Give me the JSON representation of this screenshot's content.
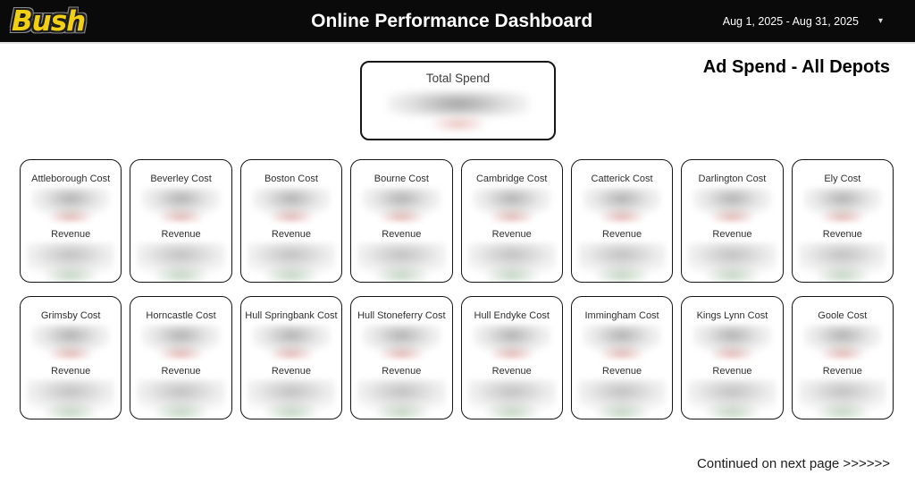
{
  "header": {
    "logo_text": "Bush",
    "title": "Online Performance Dashboard",
    "date_range": "Aug 1, 2025 - Aug 31, 2025",
    "caret_icon": "▾"
  },
  "summary": {
    "total_spend_label": "Total Spend",
    "section_title": "Ad Spend - All Depots"
  },
  "cards": {
    "revenue_label": "Revenue",
    "items": [
      {
        "label": "Attleborough Cost"
      },
      {
        "label": "Beverley Cost"
      },
      {
        "label": "Boston Cost"
      },
      {
        "label": "Bourne Cost"
      },
      {
        "label": "Cambridge Cost"
      },
      {
        "label": "Catterick Cost"
      },
      {
        "label": "Darlington Cost"
      },
      {
        "label": "Ely Cost"
      },
      {
        "label": "Grimsby Cost"
      },
      {
        "label": "Horncastle Cost"
      },
      {
        "label": "Hull Springbank Cost"
      },
      {
        "label": "Hull Stoneferry Cost"
      },
      {
        "label": "Hull Endyke Cost"
      },
      {
        "label": "Immingham Cost"
      },
      {
        "label": "Kings Lynn Cost"
      },
      {
        "label": "Goole Cost"
      }
    ]
  },
  "footer": {
    "continued_text": "Continued on next page >>>>>>"
  },
  "colors": {
    "header_bg": "#0a0a0a",
    "logo_yellow": "#f2cf12",
    "cost_blur_tint": "#cd6e64",
    "revenue_blur_tint": "#6ea06e"
  }
}
